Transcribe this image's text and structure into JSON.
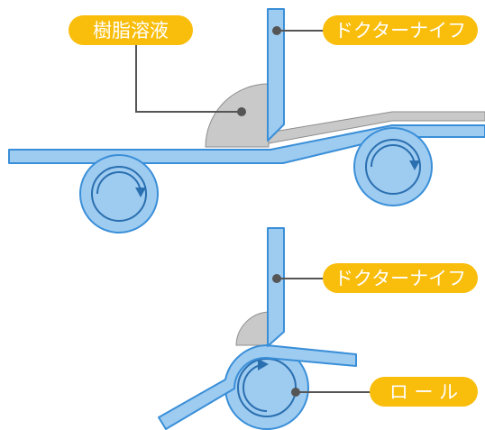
{
  "labels": {
    "resin_solution": "樹脂溶液",
    "doctor_knife_top": "ドクターナイフ",
    "doctor_knife_bottom": "ドクターナイフ",
    "roll": "ロ ー ル"
  },
  "colors": {
    "film_fill": "#9ecbf0",
    "film_stroke": "#3a8fd8",
    "roller_fill": "#9ecbf0",
    "roller_stroke": "#3a8fd8",
    "resin": "#c9c9c9",
    "callout_pill": "#f9bd0c",
    "leader_line": "#555555"
  }
}
